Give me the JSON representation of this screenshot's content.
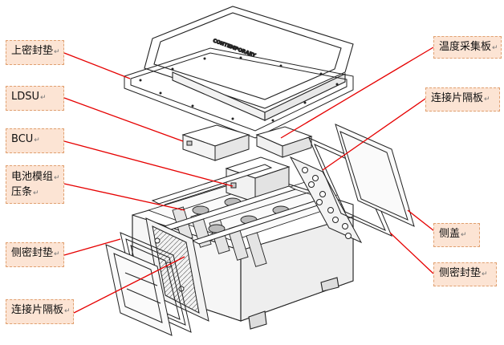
{
  "callouts": {
    "top_seal": "上密封垫",
    "ldsu": "LDSU",
    "bcu": "BCU",
    "module_clamp_line1": "电池模组",
    "module_clamp_line2": "压条",
    "side_seal_left": "侧密封垫",
    "spacer_left": "连接片隔板",
    "temp_board": "温度采集板",
    "spacer_right": "连接片隔板",
    "side_cover": "侧盖",
    "side_seal_right": "侧密封垫"
  },
  "edit_mark": "↵",
  "colors": {
    "callout_fill": "#fce4d4",
    "callout_border": "#e0a070",
    "leader_line": "#e60000",
    "drawing_line": "#222222"
  }
}
